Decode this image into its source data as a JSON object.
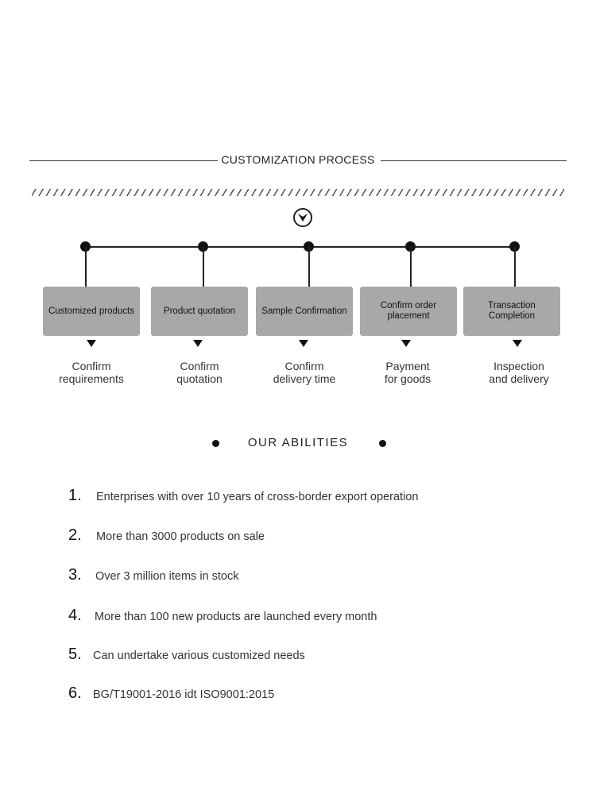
{
  "process": {
    "title": "CUSTOMIZATION PROCESS",
    "steps": [
      {
        "box": "Customized products",
        "desc": "Confirm\nrequirements"
      },
      {
        "box": "Product quotation",
        "desc": "Confirm\nquotation"
      },
      {
        "box": "Sample Confirmation",
        "desc": "Confirm\ndelivery time"
      },
      {
        "box": "Confirm order\nplacement",
        "desc": "Payment\nfor goods"
      },
      {
        "box": "Transaction\nCompletion",
        "desc": "Inspection\nand delivery"
      }
    ]
  },
  "abilities": {
    "title": "OUR ABILITIES",
    "items": [
      {
        "num": "1.",
        "text": "Enterprises with over 10 years of cross-border export operation"
      },
      {
        "num": "2.",
        "text": "More than 3000 products on sale"
      },
      {
        "num": "3.",
        "text": "Over 3 million items in stock"
      },
      {
        "num": "4.",
        "text": "More than 100 new products are launched every month"
      },
      {
        "num": "5.",
        "text": "Can undertake various customized needs"
      },
      {
        "num": "6.",
        "text": "BG/T19001-2016 idt ISO9001:2015"
      }
    ]
  }
}
